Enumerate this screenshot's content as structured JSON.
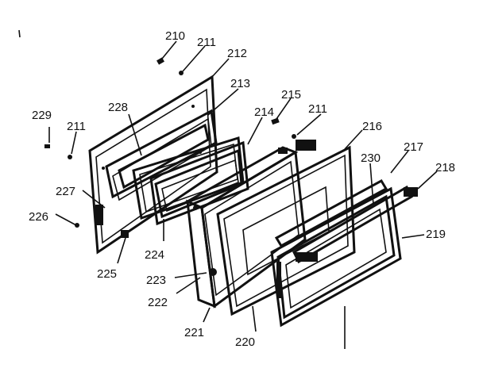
{
  "labels": {
    "l210": "210",
    "l211a": "211",
    "l212": "212",
    "l213": "213",
    "l214": "214",
    "l215": "215",
    "l211b": "211",
    "l216": "216",
    "l217": "217",
    "l218": "218",
    "l219": "219",
    "l220": "220",
    "l221": "221",
    "l222": "222",
    "l223": "223",
    "l224": "224",
    "l225": "225",
    "l226": "226",
    "l227": "227",
    "l228": "228",
    "l229": "229",
    "l211c": "211",
    "l230": "230"
  },
  "colors": {
    "ink": "#111111",
    "paper": "#ffffff"
  }
}
